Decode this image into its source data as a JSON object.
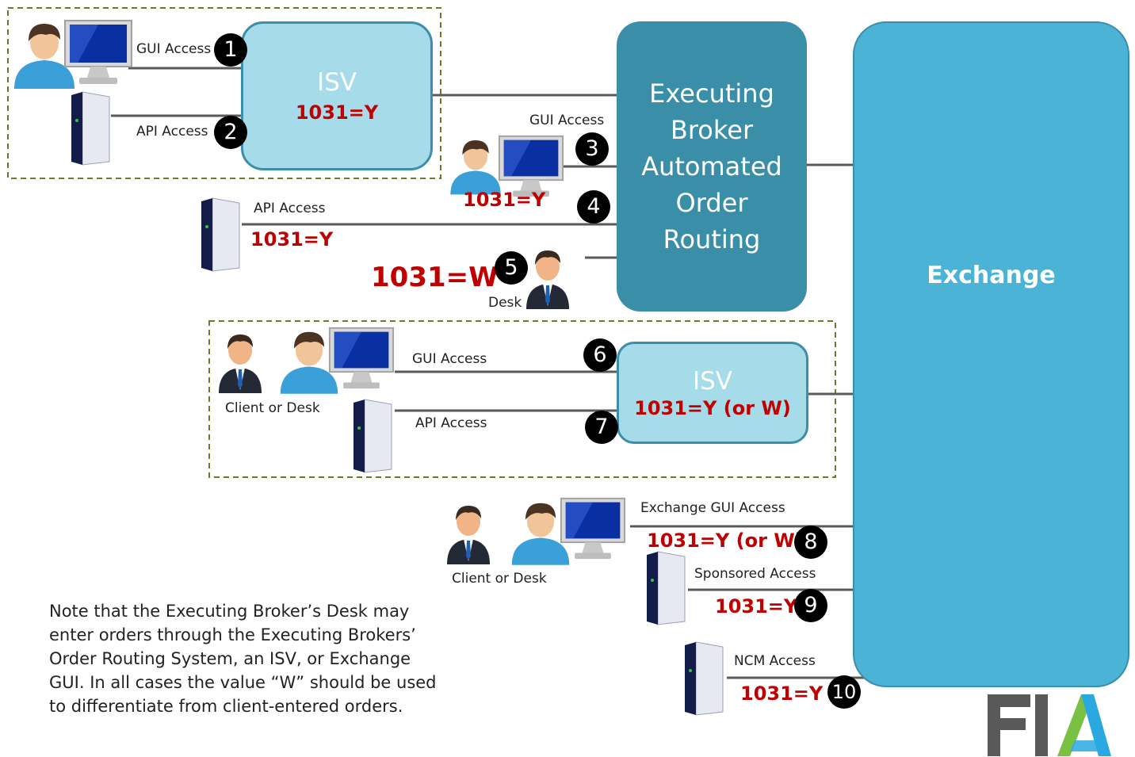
{
  "boxes": {
    "isv_top": {
      "title": "ISV",
      "code": "1031=Y"
    },
    "ebaor": {
      "lines": [
        "Executing",
        "Broker",
        "Automated",
        "Order",
        "Routing"
      ]
    },
    "isv_bottom": {
      "title": "ISV",
      "code": "1031=Y (or W)"
    },
    "exchange": {
      "title": "Exchange"
    }
  },
  "connections": [
    {
      "number": "1",
      "label": "GUI Access"
    },
    {
      "number": "2",
      "label": "API Access"
    },
    {
      "number": "3",
      "label": "GUI Access",
      "code": "1031=Y"
    },
    {
      "number": "4",
      "label": "API Access",
      "code": "1031=Y"
    },
    {
      "number": "5",
      "label": "Desk",
      "code": "1031=W"
    },
    {
      "number": "6",
      "label": "GUI Access"
    },
    {
      "number": "7",
      "label": "API Access"
    },
    {
      "number": "8",
      "label": "Exchange GUI Access",
      "code": "1031=Y (or W)"
    },
    {
      "number": "9",
      "label": "Sponsored Access",
      "code": "1031=Y"
    },
    {
      "number": "10",
      "label": "NCM Access",
      "code": "1031=Y"
    }
  ],
  "captions": {
    "client_desk_1": "Client or Desk",
    "client_desk_2": "Client or Desk"
  },
  "note": [
    "Note that the Executing Broker’s Desk may",
    "enter orders through the Executing Brokers’",
    "Order Routing System, an ISV, or Exchange",
    "GUI.  In all cases the value “W” should be used",
    "to differentiate from client-entered orders."
  ],
  "logo": {
    "text": "FIA",
    "colors": [
      "#595959",
      "#7ac143",
      "#29a9e0"
    ]
  },
  "icons": [
    "person-icon",
    "computer-icon",
    "server-icon",
    "businessman-icon"
  ]
}
